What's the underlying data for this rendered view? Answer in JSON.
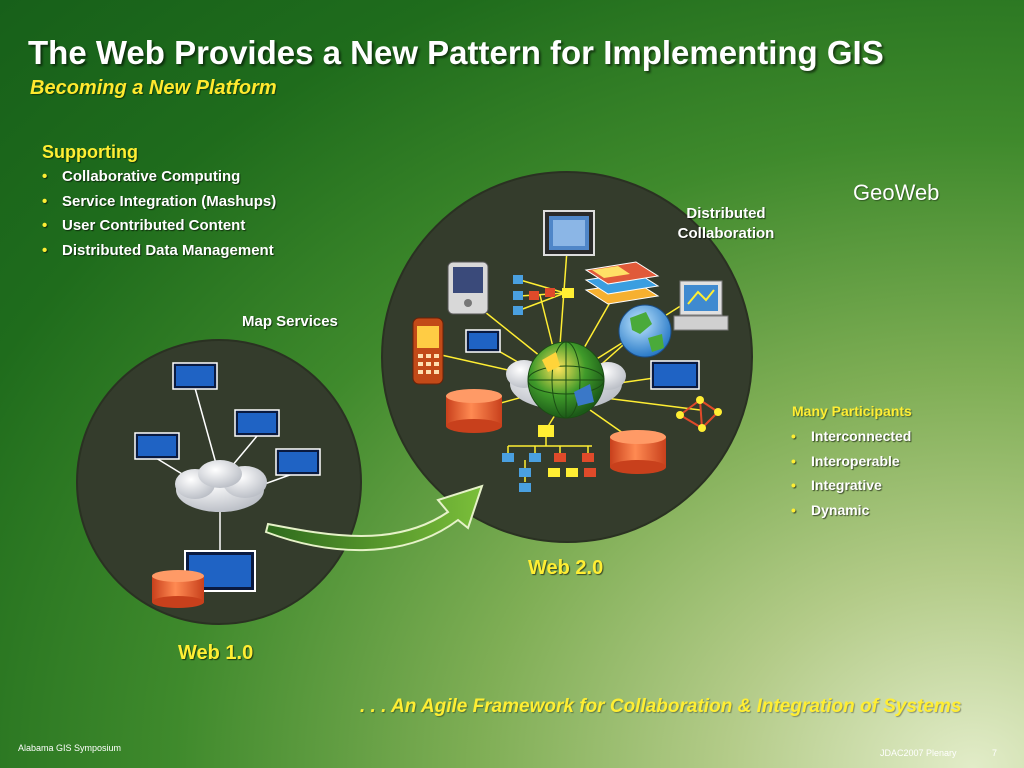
{
  "slide": {
    "title": "The Web Provides a New Pattern for Implementing GIS",
    "subtitle": "Becoming a New Platform",
    "page_number": "7"
  },
  "supporting": {
    "heading": "Supporting",
    "items": [
      "Collaborative Computing",
      "Service Integration (Mashups)",
      "User Contributed Content",
      "Distributed Data Management"
    ]
  },
  "participants": {
    "heading": "Many Participants",
    "items": [
      "Interconnected",
      "Interoperable",
      "Integrative",
      "Dynamic"
    ]
  },
  "diagram": {
    "geoweb_label": "GeoWeb",
    "distributed_line1": "Distributed",
    "distributed_line2": "Collaboration",
    "map_services_label": "Map Services",
    "web20_label": "Web 2.0",
    "web10_label": "Web 1.0"
  },
  "tagline": ". . . An Agile Framework for Collaboration & Integration of Systems",
  "footer": {
    "left": "Alabama GIS Symposium",
    "right": "JDAC2007 Plenary"
  },
  "colors": {
    "accent_yellow": "#ffee33",
    "monitor_blue": "#1f63c4",
    "database_orange": "#f06a30",
    "circle_dark": "#343c2c"
  }
}
